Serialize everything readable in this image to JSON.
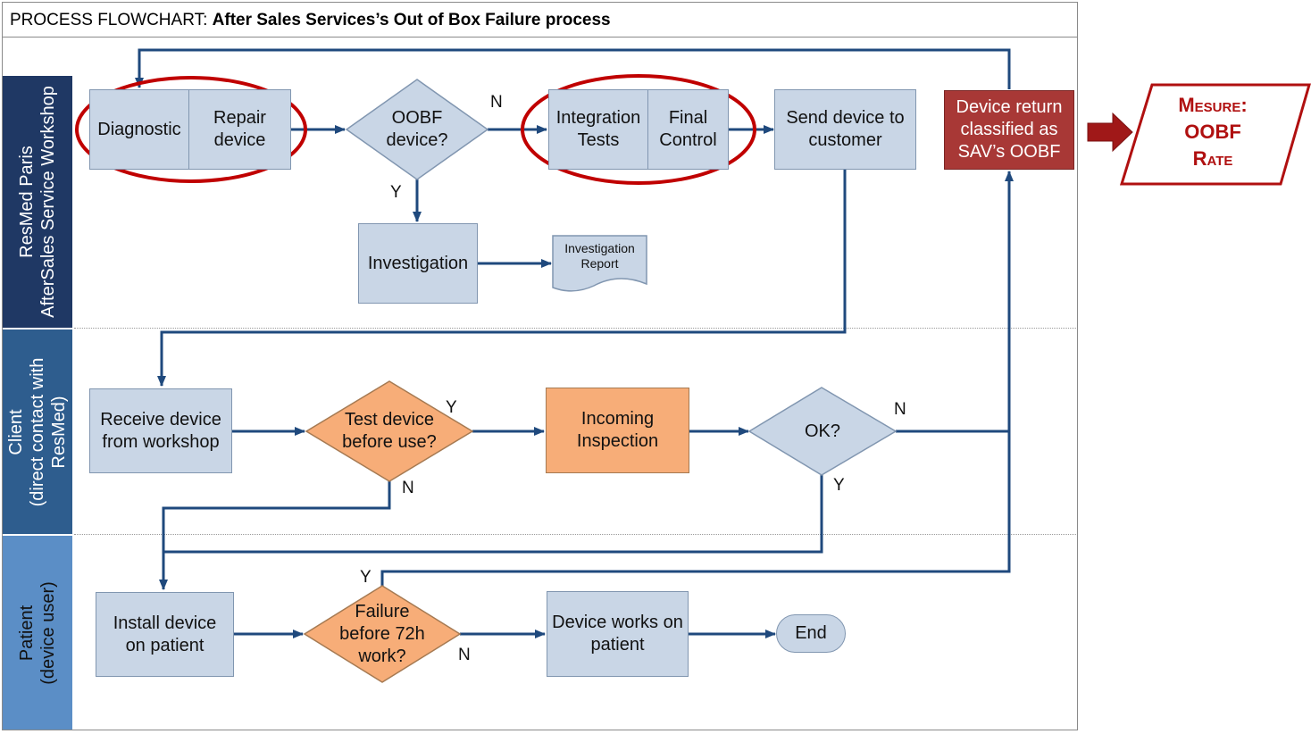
{
  "title": {
    "prefix": "PROCESS FLOWCHART: ",
    "main": "After Sales Services’s Out of Box Failure process"
  },
  "lanes": [
    {
      "line1": "ResMed Paris",
      "line2": "AfterSales Service Workshop"
    },
    {
      "line1": "Client",
      "line2": "(direct contact with",
      "line3": "ResMed)"
    },
    {
      "line1": "Patient",
      "line2": "(device user)"
    }
  ],
  "nodes": {
    "diagnostic": "Diagnostic",
    "repair_1": "Repair",
    "repair_2": "device",
    "oobf_1": "OOBF",
    "oobf_2": "device?",
    "integration_1": "Integration",
    "integration_2": "Tests",
    "final_1": "Final",
    "final_2": "Control",
    "send_1": "Send device to",
    "send_2": "customer",
    "return_1": "Device return",
    "return_2": "classified as",
    "return_3": "SAV’s OOBF",
    "investigation": "Investigation",
    "report_1": "Investigation",
    "report_2": "Report",
    "receive_1": "Receive device",
    "receive_2": "from workshop",
    "test_1": "Test device",
    "test_2": "before use?",
    "incoming_1": "Incoming",
    "incoming_2": "Inspection",
    "ok": "OK?",
    "install_1": "Install device",
    "install_2": "on patient",
    "failure_1": "Failure",
    "failure_2": "before 72h",
    "failure_3": "work?",
    "works_1": "Device works on",
    "works_2": "patient",
    "end": "End"
  },
  "edge_labels": {
    "oobf_n": "N",
    "oobf_y": "Y",
    "test_y": "Y",
    "test_n": "N",
    "ok_n": "N",
    "ok_y": "Y",
    "failure_y": "Y",
    "failure_n": "N"
  },
  "measure": {
    "line1": "Mesure:",
    "line2": "OOBF",
    "line3": "Rate"
  },
  "colors": {
    "box_fill": "#c9d6e6",
    "orange_fill": "#f7ad78",
    "red_fill": "#a83836",
    "arrow": "#1f497d",
    "highlight": "#c00000"
  }
}
